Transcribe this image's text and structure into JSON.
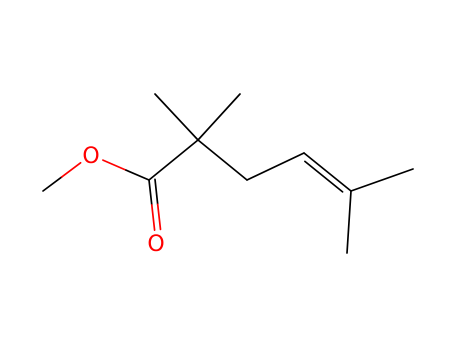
{
  "figure": {
    "kind": "skeletal-formula",
    "colors": {
      "background": "#ffffff",
      "carbon_bond": "#000000",
      "oxygen": "#ff0000"
    },
    "atoms": [
      {
        "id": "c_methoxy",
        "element": "C",
        "label": ""
      },
      {
        "id": "o_ether",
        "element": "O",
        "label": "O"
      },
      {
        "id": "c_carbonyl",
        "element": "C",
        "label": ""
      },
      {
        "id": "o_carbonyl",
        "element": "O",
        "label": "O"
      },
      {
        "id": "c_quaternary",
        "element": "C",
        "label": ""
      },
      {
        "id": "c_methyl_left",
        "element": "C",
        "label": ""
      },
      {
        "id": "c_methyl_right",
        "element": "C",
        "label": ""
      },
      {
        "id": "c_ch2",
        "element": "C",
        "label": ""
      },
      {
        "id": "c_alkene_1",
        "element": "C",
        "label": ""
      },
      {
        "id": "c_alkene_2",
        "element": "C",
        "label": ""
      },
      {
        "id": "c_terminal_right",
        "element": "C",
        "label": ""
      },
      {
        "id": "c_terminal_down",
        "element": "C",
        "label": ""
      }
    ],
    "bonds": [
      {
        "from": "c_methoxy",
        "to": "o_ether",
        "order": 1
      },
      {
        "from": "o_ether",
        "to": "c_carbonyl",
        "order": 1
      },
      {
        "from": "c_carbonyl",
        "to": "o_carbonyl",
        "order": 2
      },
      {
        "from": "c_carbonyl",
        "to": "c_quaternary",
        "order": 1
      },
      {
        "from": "c_quaternary",
        "to": "c_methyl_left",
        "order": 1
      },
      {
        "from": "c_quaternary",
        "to": "c_methyl_right",
        "order": 1
      },
      {
        "from": "c_quaternary",
        "to": "c_ch2",
        "order": 1
      },
      {
        "from": "c_ch2",
        "to": "c_alkene_1",
        "order": 1
      },
      {
        "from": "c_alkene_1",
        "to": "c_alkene_2",
        "order": 2
      },
      {
        "from": "c_alkene_2",
        "to": "c_terminal_right",
        "order": 1
      },
      {
        "from": "c_alkene_2",
        "to": "c_terminal_down",
        "order": 1
      }
    ]
  }
}
